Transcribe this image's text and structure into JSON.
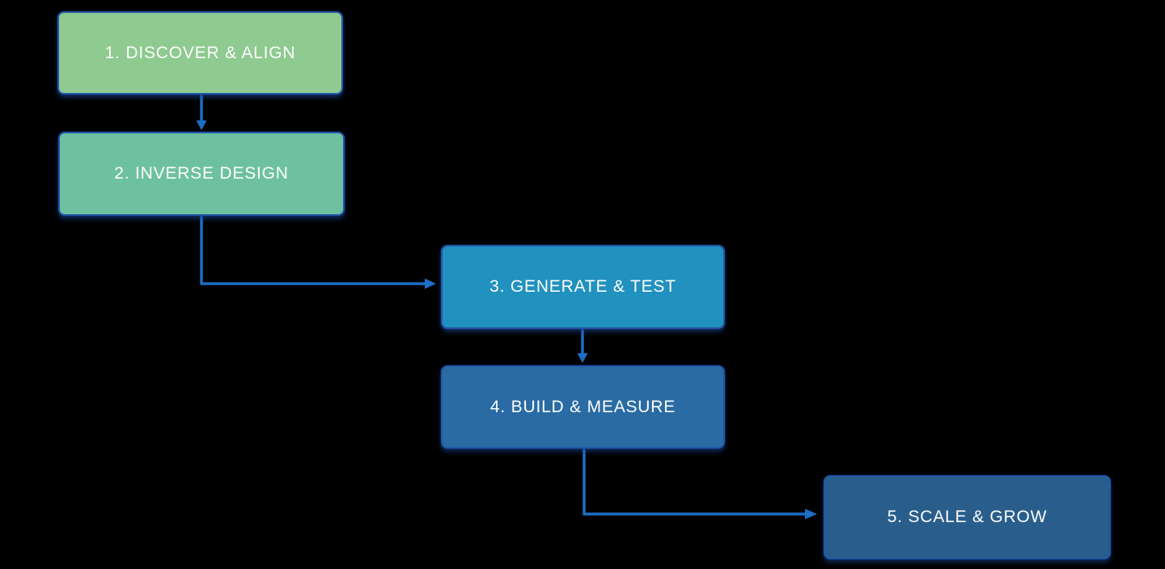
{
  "diagram": {
    "title": "process-flow",
    "background": "#000000",
    "connector_color": "#1b6fc4",
    "border_color": "#2356a8",
    "text_color": "#fcfdfc",
    "nodes": [
      {
        "id": "discover-align",
        "label": "1. DISCOVER & ALIGN",
        "color": "#8fca90"
      },
      {
        "id": "inverse-design",
        "label": "2. INVERSE DESIGN",
        "color": "#6ec1a0"
      },
      {
        "id": "generate-test",
        "label": "3. GENERATE & TEST",
        "color": "#2191bf"
      },
      {
        "id": "build-measure",
        "label": "4. BUILD & MEASURE",
        "color": "#2a6ba4"
      },
      {
        "id": "scale-grow",
        "label": "5. SCALE & GROW",
        "color": "#295e8c"
      }
    ],
    "connections": [
      {
        "from": "discover-align",
        "to": "inverse-design",
        "shape": "straight-down"
      },
      {
        "from": "inverse-design",
        "to": "generate-test",
        "shape": "elbow-down-right"
      },
      {
        "from": "generate-test",
        "to": "build-measure",
        "shape": "straight-down"
      },
      {
        "from": "build-measure",
        "to": "scale-grow",
        "shape": "elbow-down-right"
      }
    ]
  }
}
